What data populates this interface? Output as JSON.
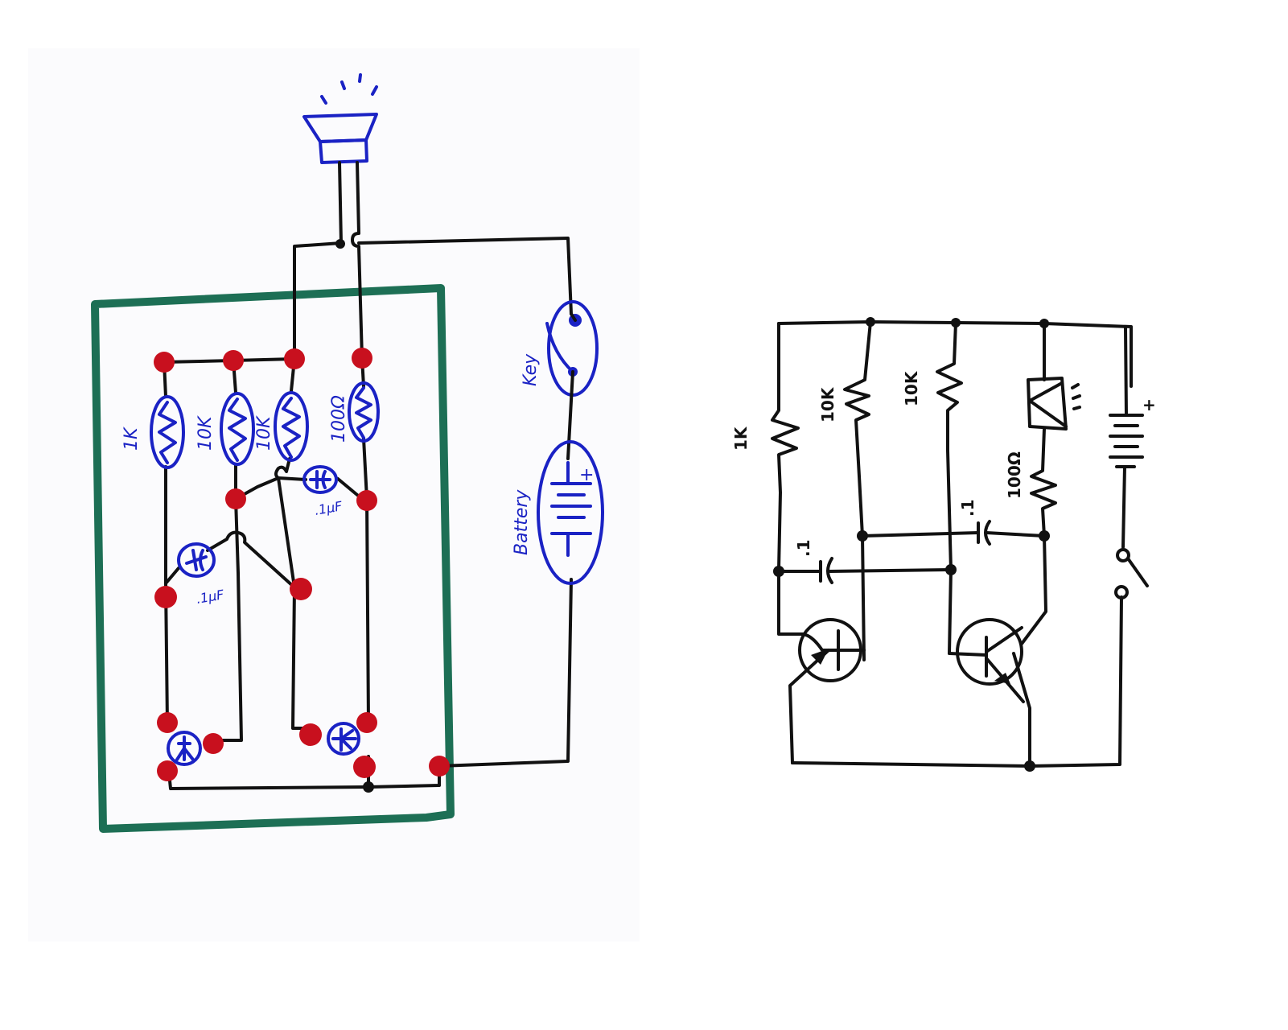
{
  "colors": {
    "wire": "#111111",
    "component_ink": "#1a22c4",
    "board_outline": "#1d6f55",
    "solder_pad": "#c8101e"
  },
  "breadboard_layout": {
    "speaker": {
      "icon": "speaker-icon"
    },
    "resistors": [
      {
        "label": "1K"
      },
      {
        "label": "10K"
      },
      {
        "label": "10K"
      },
      {
        "label": "100Ω"
      }
    ],
    "capacitors": [
      {
        "label": ".1µF"
      },
      {
        "label": ".1µF"
      }
    ],
    "key": {
      "label": "Key"
    },
    "battery": {
      "label": "Battery",
      "polarity": "+"
    },
    "transistors": [
      {
        "icon": "transistor-icon"
      },
      {
        "icon": "transistor-icon"
      }
    ]
  },
  "schematic": {
    "resistors": [
      {
        "label": "1K"
      },
      {
        "label": "10K"
      },
      {
        "label": "10K"
      },
      {
        "label": "100Ω"
      }
    ],
    "capacitors": [
      {
        "label": ".1"
      },
      {
        "label": ".1"
      }
    ],
    "battery": {
      "polarity": "+"
    },
    "speaker": {
      "icon": "speaker-icon"
    },
    "switch": {
      "icon": "switch-icon"
    },
    "transistors": [
      {
        "icon": "pnp-transistor-icon"
      },
      {
        "icon": "npn-transistor-icon"
      }
    ]
  }
}
